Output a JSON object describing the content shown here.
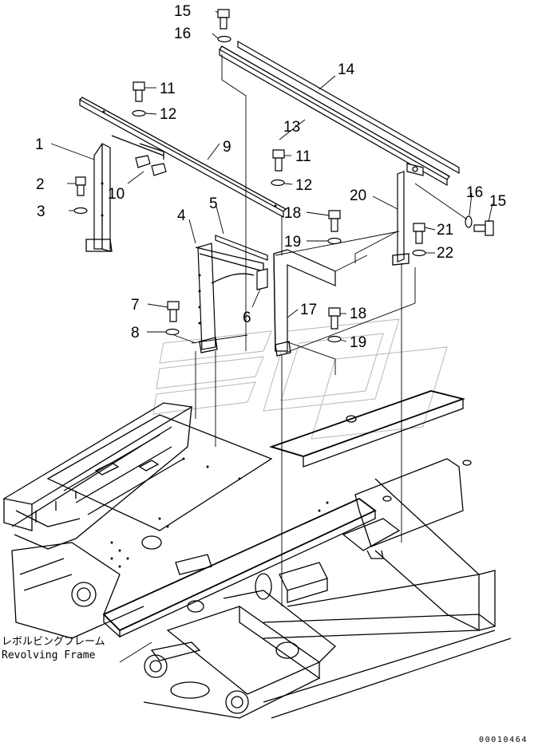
{
  "callouts": [
    {
      "id": "15a",
      "text": "15"
    },
    {
      "id": "16a",
      "text": "16"
    },
    {
      "id": "14",
      "text": "14"
    },
    {
      "id": "11a",
      "text": "11"
    },
    {
      "id": "12a",
      "text": "12"
    },
    {
      "id": "13",
      "text": "13"
    },
    {
      "id": "1",
      "text": "1"
    },
    {
      "id": "9",
      "text": "9"
    },
    {
      "id": "11b",
      "text": "11"
    },
    {
      "id": "2",
      "text": "2"
    },
    {
      "id": "12b",
      "text": "12"
    },
    {
      "id": "10",
      "text": "10"
    },
    {
      "id": "20",
      "text": "20"
    },
    {
      "id": "16b",
      "text": "16"
    },
    {
      "id": "15b",
      "text": "15"
    },
    {
      "id": "5",
      "text": "5"
    },
    {
      "id": "3",
      "text": "3"
    },
    {
      "id": "18a",
      "text": "18"
    },
    {
      "id": "4",
      "text": "4"
    },
    {
      "id": "21",
      "text": "21"
    },
    {
      "id": "19a",
      "text": "19"
    },
    {
      "id": "22",
      "text": "22"
    },
    {
      "id": "6",
      "text": "6"
    },
    {
      "id": "7",
      "text": "7"
    },
    {
      "id": "17",
      "text": "17"
    },
    {
      "id": "18b",
      "text": "18"
    },
    {
      "id": "8",
      "text": "8"
    },
    {
      "id": "19b",
      "text": "19"
    }
  ],
  "frame_label": {
    "japanese": "レボルビングフレーム",
    "english": "Revolving Frame"
  },
  "drawing_number": "00010464"
}
